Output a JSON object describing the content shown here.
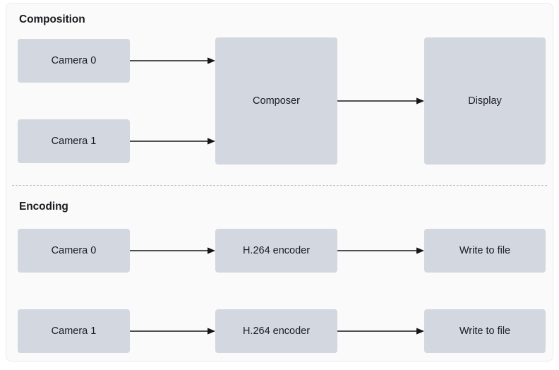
{
  "diagram": {
    "type": "flow-diagram",
    "background_color": "#fafafa",
    "node_fill_color": "#d2d7e0",
    "text_color": "#1b1b20",
    "arrow_color": "#16161a",
    "divider_style": "dashed",
    "sections": [
      {
        "id": "composition",
        "title": "Composition",
        "nodes": [
          {
            "id": "comp-camera0",
            "label": "Camera 0"
          },
          {
            "id": "comp-camera1",
            "label": "Camera 1"
          },
          {
            "id": "comp-composer",
            "label": "Composer"
          },
          {
            "id": "comp-display",
            "label": "Display"
          }
        ],
        "edges": [
          {
            "from": "comp-camera0",
            "to": "comp-composer",
            "label": ""
          },
          {
            "from": "comp-camera1",
            "to": "comp-composer",
            "label": ""
          },
          {
            "from": "comp-composer",
            "to": "comp-display",
            "label": ""
          }
        ]
      },
      {
        "id": "encoding",
        "title": "Encoding",
        "nodes": [
          {
            "id": "enc-camera0",
            "label": "Camera 0"
          },
          {
            "id": "enc-encoder0",
            "label": "H.264 encoder"
          },
          {
            "id": "enc-write0",
            "label": "Write to file"
          },
          {
            "id": "enc-camera1",
            "label": "Camera 1"
          },
          {
            "id": "enc-encoder1",
            "label": "H.264 encoder"
          },
          {
            "id": "enc-write1",
            "label": "Write to file"
          }
        ],
        "edges": [
          {
            "from": "enc-camera0",
            "to": "enc-encoder0",
            "label": ""
          },
          {
            "from": "enc-encoder0",
            "to": "enc-write0",
            "label": ""
          },
          {
            "from": "enc-camera1",
            "to": "enc-encoder1",
            "label": ""
          },
          {
            "from": "enc-encoder1",
            "to": "enc-write1",
            "label": ""
          }
        ]
      }
    ]
  }
}
